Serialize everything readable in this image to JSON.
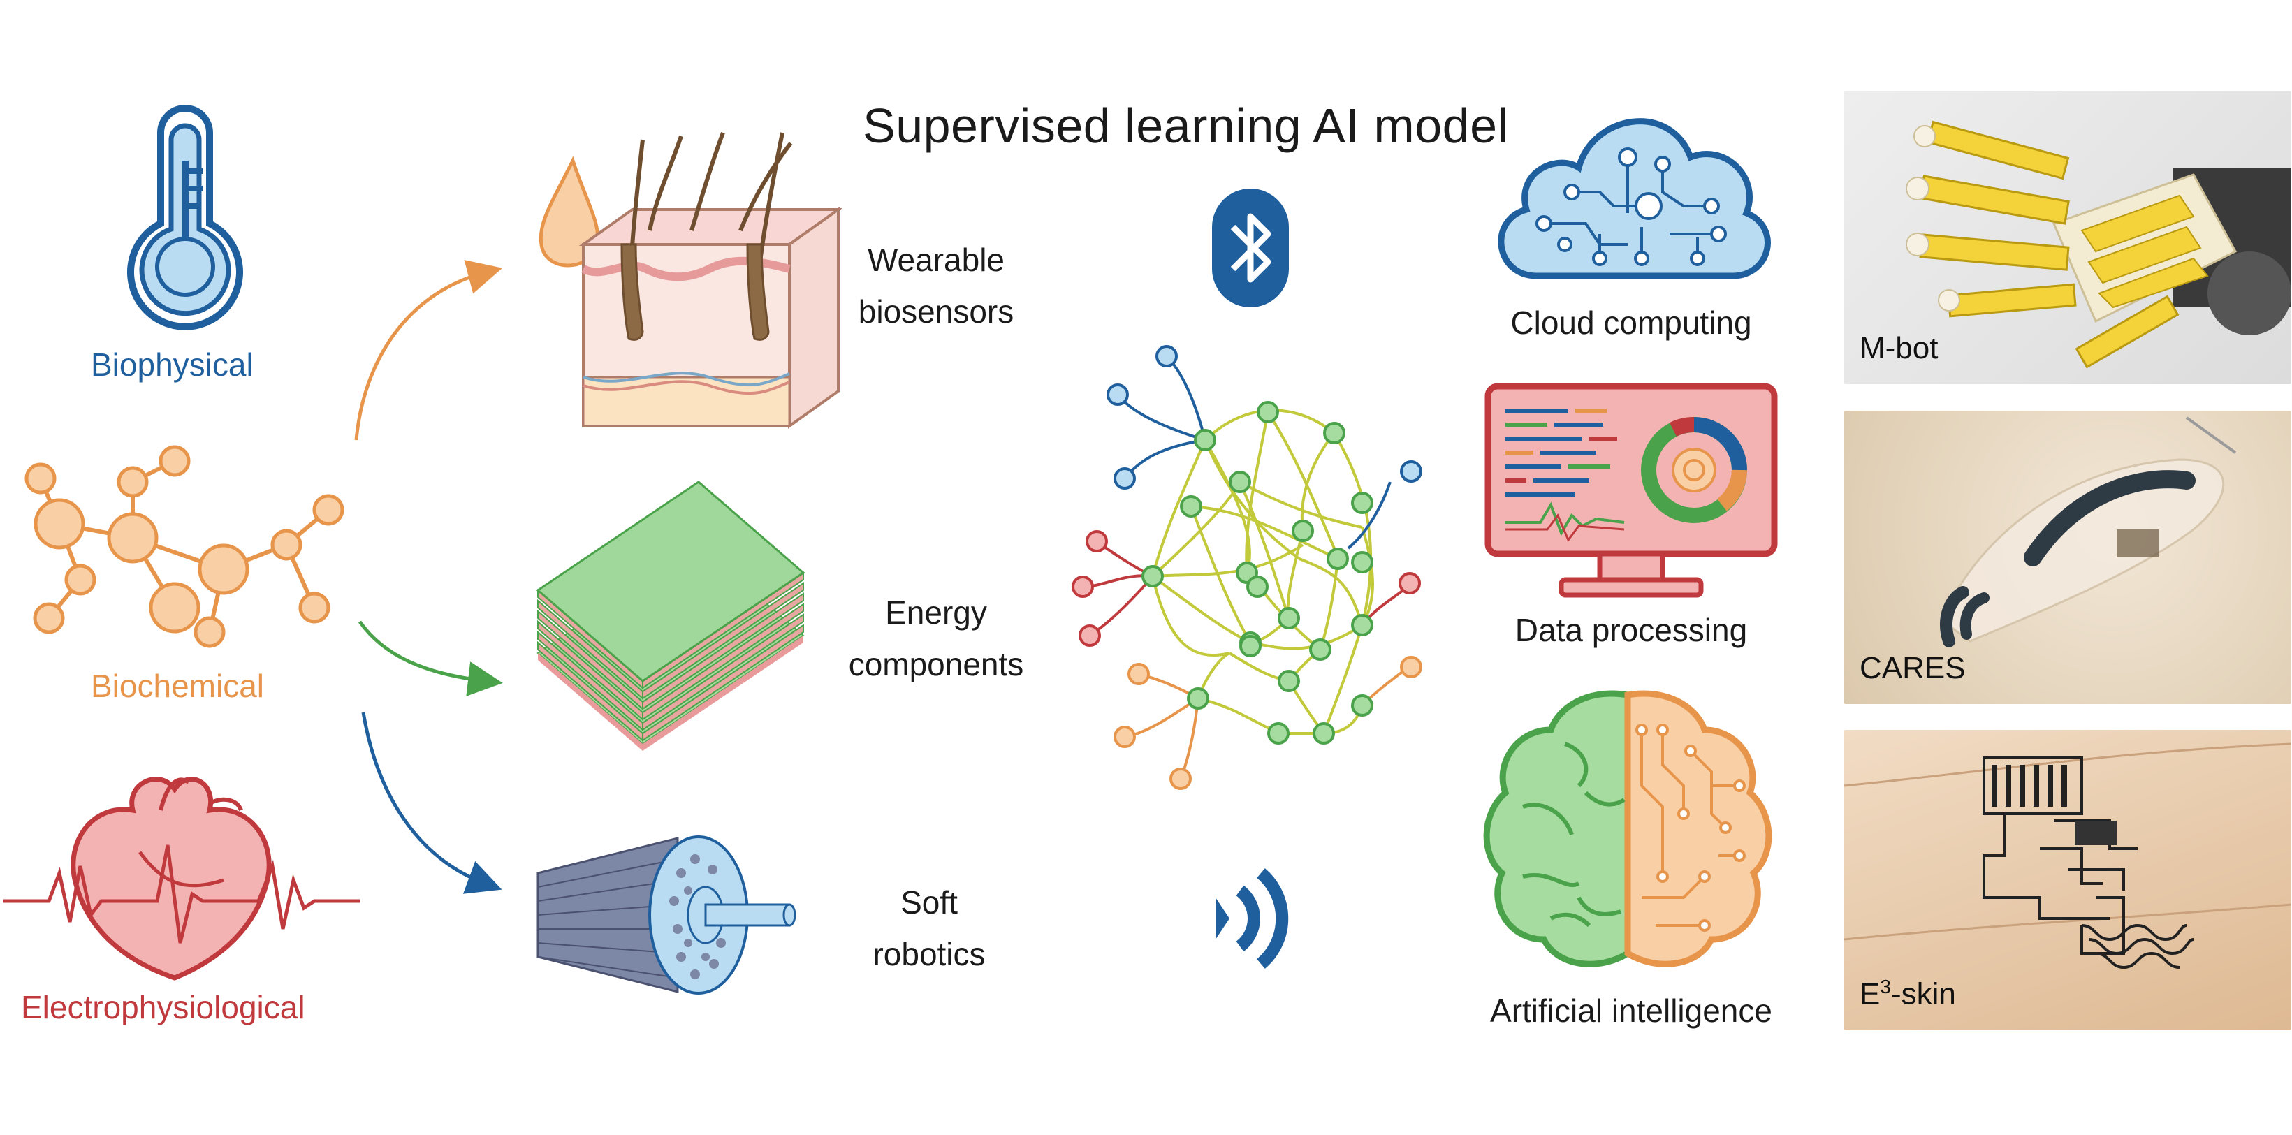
{
  "title": "Supervised learning AI model",
  "signals": {
    "biophysical": {
      "label": "Biophysical",
      "color": "#1f5f9e"
    },
    "biochemical": {
      "label": "Biochemical",
      "color": "#e8954c"
    },
    "electrophysiological": {
      "label": "Electrophysiological",
      "color": "#c0393d"
    }
  },
  "devices": {
    "wearable": {
      "line1": "Wearable",
      "line2": "biosensors"
    },
    "energy": {
      "line1": "Energy",
      "line2": "components"
    },
    "soft": {
      "line1": "Soft",
      "line2": "robotics"
    }
  },
  "computing": {
    "cloud": "Cloud computing",
    "data": "Data processing",
    "ai": "Artificial intelligence"
  },
  "examples": {
    "mbot": "M-bot",
    "cares": "CARES",
    "e3skin_prefix": "E",
    "e3skin_sup": "3",
    "e3skin_suffix": "-skin"
  },
  "colors": {
    "blue_dark": "#1f5f9e",
    "blue_light": "#b9dcf2",
    "orange": "#e8954c",
    "orange_light": "#f9cfa6",
    "red": "#c0393d",
    "red_light": "#f4b3b3",
    "green": "#4aa34a",
    "green_light": "#a6dca0",
    "olive": "#c2c93a"
  }
}
